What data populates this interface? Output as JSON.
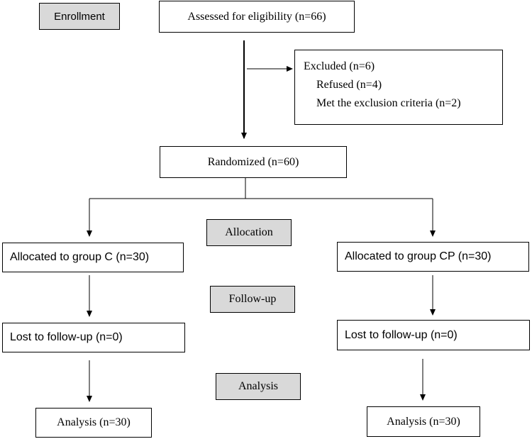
{
  "stages": {
    "enrollment": "Enrollment",
    "allocation": "Allocation",
    "follow_up": "Follow-up",
    "analysis": "Analysis"
  },
  "assessed": "Assessed for eligibility (n=66)",
  "excluded": {
    "title": "Excluded (n=6)",
    "reasons": [
      "Refused (n=4)",
      "Met the exclusion criteria (n=2)"
    ]
  },
  "randomized": "Randomized (n=60)",
  "group_c": {
    "allocated": "Allocated to group C (n=30)",
    "lost": "Lost to follow-up (n=0)",
    "analysis": "Analysis (n=30)"
  },
  "group_cp": {
    "allocated": "Allocated to group CP (n=30)",
    "lost": "Lost to follow-up (n=0)",
    "analysis": "Analysis (n=30)"
  }
}
